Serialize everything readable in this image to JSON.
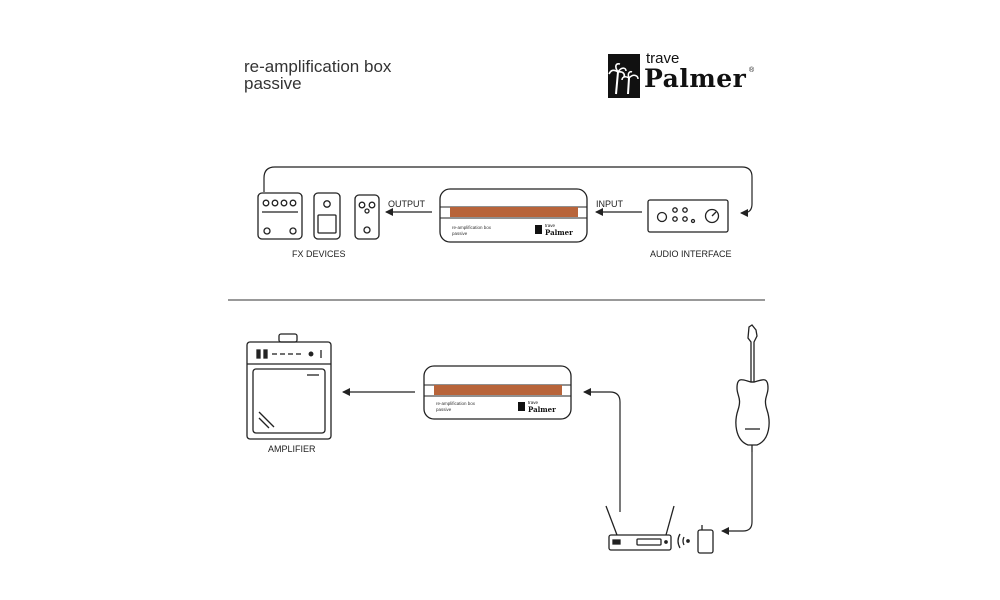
{
  "header": {
    "title_line1": "re-amplification box",
    "title_line2": "passive"
  },
  "logo": {
    "sub": "trave",
    "brand": "Palmer",
    "reg": "®"
  },
  "top_section": {
    "output_label": "OUTPUT",
    "input_label": "INPUT",
    "fx_label": "FX DEVICES",
    "interface_label": "AUDIO INTERFACE"
  },
  "bottom_section": {
    "amplifier_label": "AMPLIFIER"
  },
  "device_box": {
    "line1": "re-amplification box",
    "line2": "passive",
    "brand_sub": "trave",
    "brand": "Palmer"
  },
  "colors": {
    "stripe": "#b8643a",
    "line": "#222222"
  },
  "icons": [
    "palm-tree-icon",
    "guitar-icon",
    "wireless-icon"
  ]
}
